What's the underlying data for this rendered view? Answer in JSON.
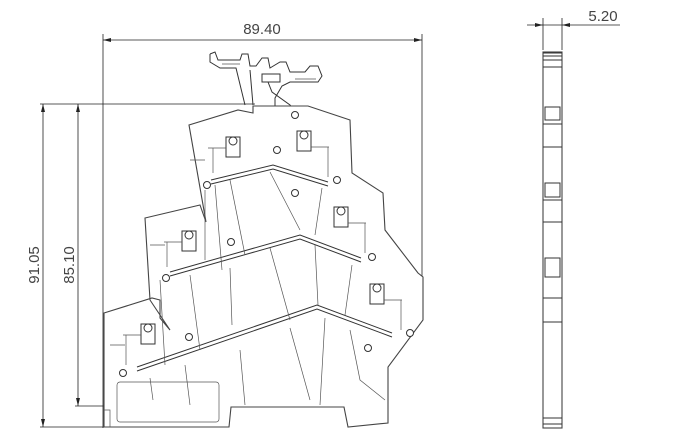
{
  "drawing": {
    "front_view": {
      "width_dimension": "89.40",
      "overall_height_dimension": "91.05",
      "height_dimension": "85.10"
    },
    "side_view": {
      "thickness_dimension": "5.20"
    }
  }
}
